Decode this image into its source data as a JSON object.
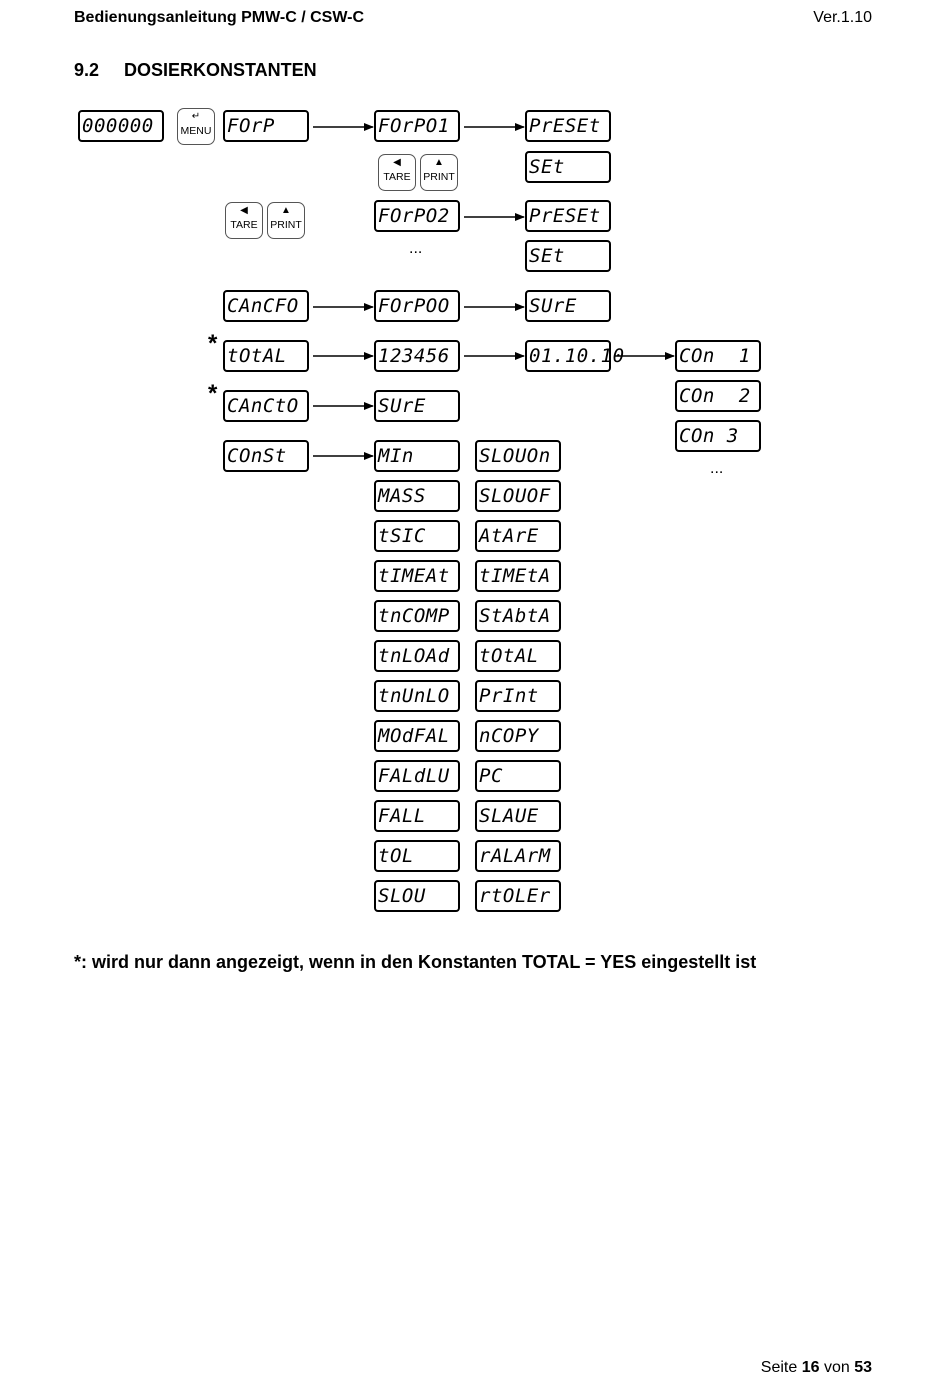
{
  "header": {
    "title": "Bedienungsanleitung PMW-C / CSW-C",
    "version": "Ver.1.10"
  },
  "section": {
    "number": "9.2",
    "title": "DOSIERKONSTANTEN"
  },
  "keys": {
    "menu": {
      "label": "MENU",
      "icon": "enter-arrow-icon"
    },
    "tare": {
      "label": "TARE",
      "icon": "left-triangle-icon"
    },
    "print": {
      "label": "PRINT",
      "icon": "up-triangle-icon"
    }
  },
  "displays": {
    "start": "000000",
    "forp": "FOrP",
    "forp01": "FOrPO1",
    "preset1": "PrESEt",
    "set1": "SEt",
    "forp02": "FOrPO2",
    "preset2": "PrESEt",
    "set2": "SEt",
    "cancfo": "CAnCFO",
    "forp00": "FOrPOO",
    "sure1": "SUrE",
    "total": "tOtAL",
    "total_value": "123456",
    "date": "01.10.10",
    "con1": "COn  1",
    "con2": "COn  2",
    "con3": "COn 3",
    "cancto": "CAnCtO",
    "sure2": "SUrE",
    "const": "COnSt",
    "const_col1": [
      "MIn",
      "MASS",
      "tSIC",
      "tIMEAt",
      "tnCOMP",
      "tnLOAd",
      "tnUnLO",
      "MOdFAL",
      "FALdLU",
      "FALL",
      "tOL",
      "SLOU"
    ],
    "const_col2": [
      "SLOUOn",
      "SLOUOF",
      "AtArE",
      "tIMEtA",
      "StAbtA",
      "tOtAL",
      "PrInt",
      "nCOPY",
      "PC",
      "SLAUE",
      "rALArM",
      "rtOLEr"
    ]
  },
  "ellipsis": "...",
  "star": "*",
  "note": "*: wird nur dann angezeigt, wenn in den Konstanten TOTAL = YES eingestellt ist",
  "footer": {
    "prefix": "Seite",
    "page": "16",
    "middle": "von",
    "total": "53"
  }
}
